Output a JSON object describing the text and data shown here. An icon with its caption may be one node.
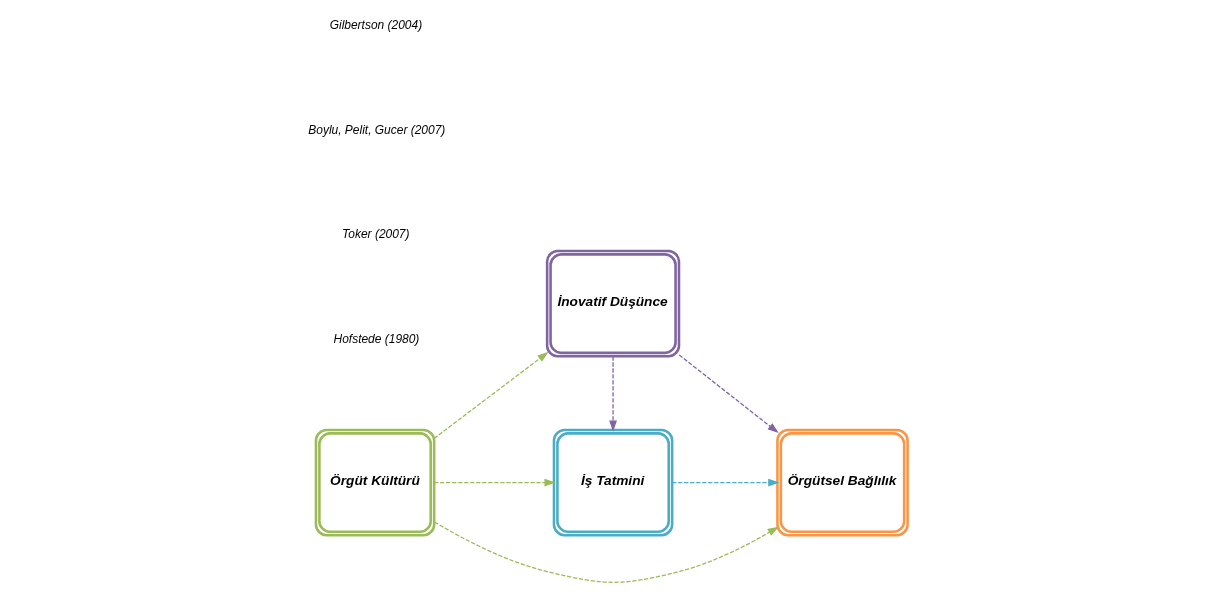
{
  "diagram": {
    "nodes": [
      {
        "text": [
          "Örgüt Kültürü"
        ]
      },
      {
        "text": [
          "İş Tatmini"
        ]
      },
      {
        "text": [
          "İnovatif Düşünce"
        ]
      },
      {
        "text": [
          "Örgütsel Bağlılık"
        ]
      }
    ],
    "edges": [
      {
        "from": 0,
        "to": 1,
        "arrow": "to",
        "style": "dashed"
      },
      {
        "from": 1,
        "to": 3,
        "arrow": "to",
        "style": "dashed",
        "color": "#4bacc6"
      },
      {
        "from": 0,
        "to": 3,
        "arrow": "to",
        "style": "dashed"
      },
      {
        "from": 2,
        "to": 1,
        "arrow": "to",
        "style": "dashed",
        "color": "#8064a2"
      },
      {
        "from": 0,
        "to": 2,
        "arrow": "to",
        "style": "dashed"
      },
      {
        "from": 2,
        "to": 3,
        "arrow": "to",
        "style": "dashed",
        "color": "#8064a2"
      }
    ],
    "labels": [
      "Hofstede (1980)",
      "Toker (2007)",
      "Boylu, Pelit, Gucer (2007)",
      "Gilbertson (2004)"
    ]
  }
}
